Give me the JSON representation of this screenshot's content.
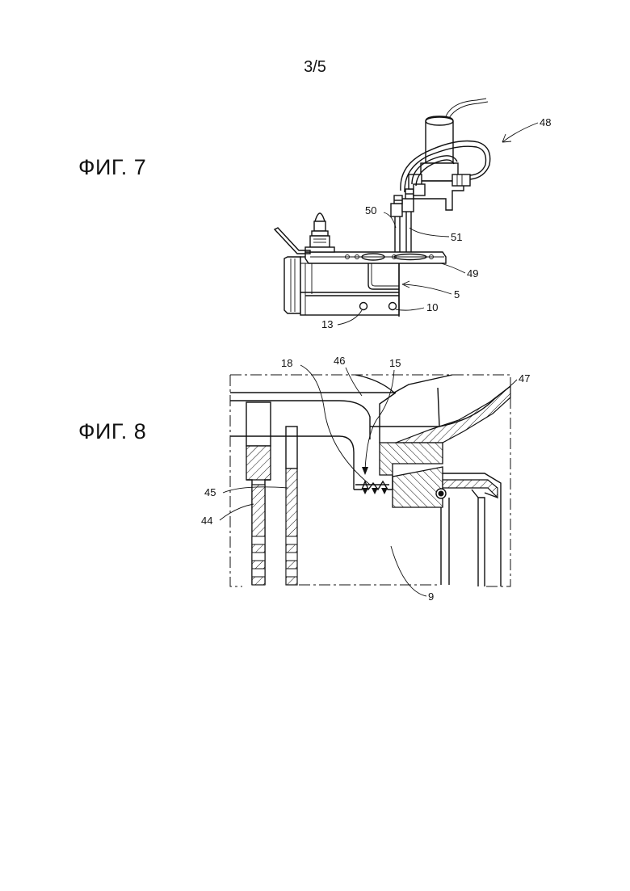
{
  "page": {
    "number": "3/5"
  },
  "figures": {
    "fig7": {
      "label": "ФИГ. 7",
      "refs": {
        "r48": "48",
        "r50": "50",
        "r51": "51",
        "r49": "49",
        "r5": "5",
        "r10": "10",
        "r13": "13"
      }
    },
    "fig8": {
      "label": "ФИГ. 8",
      "refs": {
        "r18": "18",
        "r46": "46",
        "r15": "15",
        "r47": "47",
        "r45": "45",
        "r44": "44",
        "r9": "9"
      }
    }
  }
}
